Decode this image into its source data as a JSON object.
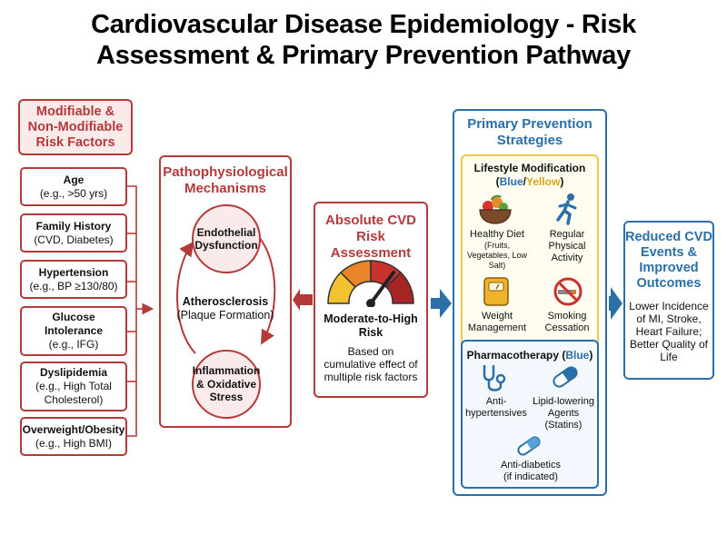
{
  "title": {
    "line1": "Cardiovascular Disease Epidemiology - Risk",
    "line2": "Assessment & Primary Prevention Pathway"
  },
  "risk_factors": {
    "header": "Modifiable & Non-Modifiable Risk Factors",
    "items": [
      {
        "title": "Age",
        "detail": "(e.g., >50 yrs)"
      },
      {
        "title": "Family History",
        "detail": "(CVD, Diabetes)"
      },
      {
        "title": "Hypertension",
        "detail": "(e.g., BP ≥130/80)"
      },
      {
        "title": "Glucose Intolerance",
        "detail": "(e.g., IFG)"
      },
      {
        "title": "Dyslipidemia",
        "detail": "(e.g., High Total Cholesterol)"
      },
      {
        "title": "Overweight/Obesity",
        "detail": "(e.g., High BMI)"
      }
    ]
  },
  "mechanisms": {
    "title": "Pathophysiological Mechanisms",
    "endothelial": "Endothelial Dysfunction",
    "athero_title": "Atherosclerosis",
    "athero_detail": "(Plaque Formation)",
    "inflammation": "Inflammation & Oxidative Stress"
  },
  "risk_assessment": {
    "title": "Absolute CVD Risk Assessment",
    "level": "Moderate-to-High Risk",
    "desc": "Based on cumulative effect of multiple risk factors"
  },
  "prevention": {
    "title": "Primary Prevention Strategies",
    "lifestyle": {
      "title": "Lifestyle Modification",
      "tag_open": "(",
      "tag_blue": "Blue",
      "tag_sep": "/",
      "tag_yellow": "Yellow",
      "tag_close": ")",
      "items": [
        {
          "label": "Healthy Diet",
          "detail": "(Fruits, Vegetables, Low Salt)"
        },
        {
          "label": "Regular Physical Activity",
          "detail": ""
        },
        {
          "label": "Weight Management",
          "detail": ""
        },
        {
          "label": "Smoking Cessation",
          "detail": ""
        }
      ]
    },
    "pharma": {
      "title": "Pharmacotherapy",
      "tag_open": " (",
      "tag_blue": "Blue",
      "tag_close": ")",
      "items": [
        {
          "label": "Anti-hypertensives",
          "detail": ""
        },
        {
          "label": "Lipid-lowering Agents",
          "detail": "(Statins)"
        },
        {
          "label": "Anti-diabetics",
          "detail": "(if indicated)"
        }
      ]
    }
  },
  "outcome": {
    "title": "Reduced CVD Events & Improved Outcomes",
    "desc": "Lower Incidence of MI, Stroke, Heart Failure; Better Quality of Life"
  },
  "colors": {
    "red": "#b43a3a",
    "blue": "#2a6fa8",
    "yellow": "#e8c94a",
    "gauge_yellow": "#f2c230",
    "gauge_orange": "#e8842a",
    "gauge_red": "#c8322f",
    "gauge_darkred": "#a82525"
  },
  "icons": {
    "diet": "salad-bowl-icon",
    "activity": "running-person-icon",
    "weight": "scale-icon",
    "smoking": "no-smoking-icon",
    "antihypertensive": "stethoscope-icon",
    "lipid": "pill-capsule-icon",
    "diabetic": "capsule-icon",
    "gauge": "risk-gauge-icon"
  }
}
